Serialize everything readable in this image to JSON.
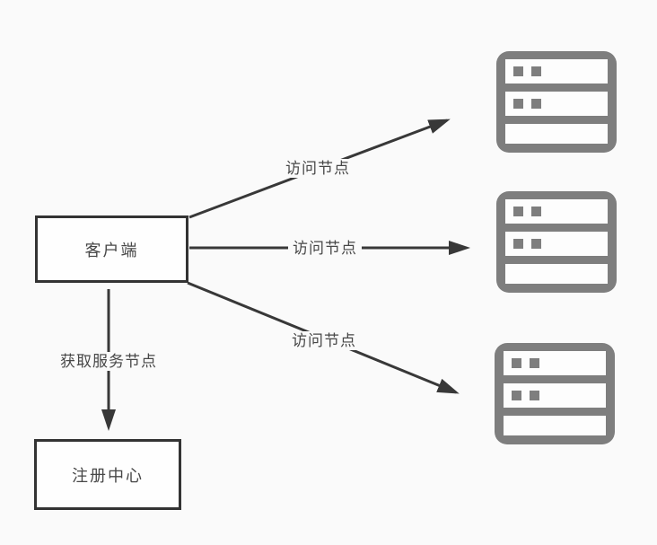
{
  "colors": {
    "page-bg": "#fafafa",
    "line-color": "#383838",
    "box-border": "#333333",
    "box-bg": "#fefefe",
    "server-gray": "#7e7e7e",
    "text-color": "#474747"
  },
  "nodes": {
    "client": {
      "label": "客户端"
    },
    "registry": {
      "label": "注册中心"
    }
  },
  "edges": {
    "access_node_top": {
      "label": "访问节点"
    },
    "access_node_middle": {
      "label": "访问节点"
    },
    "access_node_bottom": {
      "label": "访问节点"
    },
    "get_service_nodes": {
      "label": "获取服务节点"
    }
  },
  "icons": {
    "servers": [
      "server-node-1-icon",
      "server-node-2-icon",
      "server-node-3-icon"
    ]
  }
}
